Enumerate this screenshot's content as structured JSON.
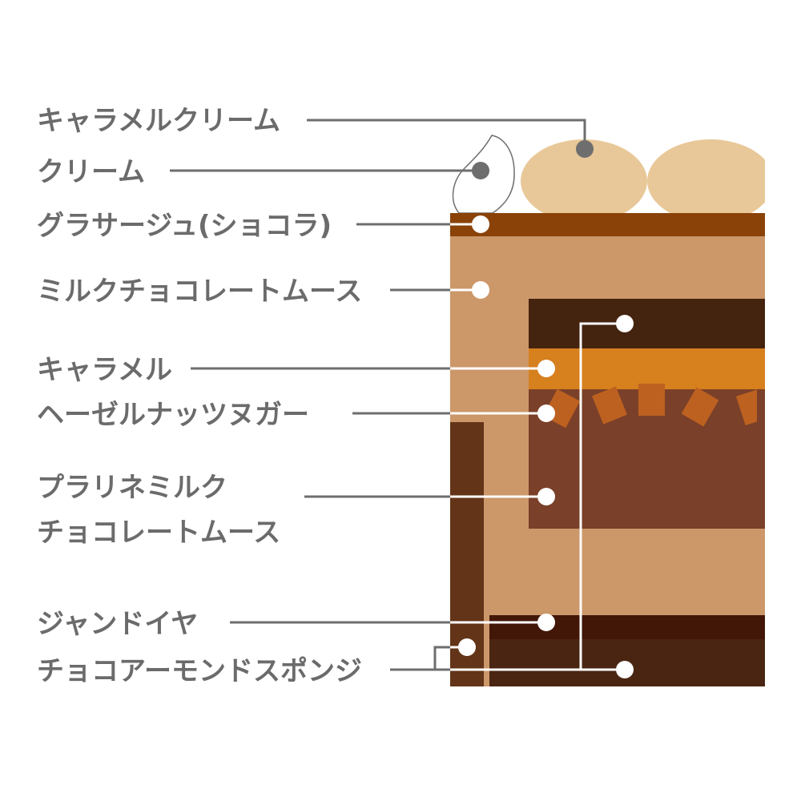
{
  "title": "Cake cross-section layers",
  "labels": {
    "caramel_cream": "キャラメルクリーム",
    "cream": "クリーム",
    "glacage": "グラサージュ(ショコラ)",
    "milk_choco_mousse": "ミルクチョコレートムース",
    "caramel": "キャラメル",
    "hazelnut_nougat": "ヘーゼルナッツヌガー",
    "praline_line1": "プラリネミルク",
    "praline_line2": "チョコレートムース",
    "gianduja": "ジャンドイヤ",
    "almond_sponge": "チョコアーモンドスポンジ"
  },
  "colors": {
    "label_text": "#6b6b6b",
    "caramel_cream": "#e8c898",
    "glacage": "#8a4208",
    "mousse": "#cc9769",
    "dark_layer": "#44230f",
    "caramel": "#d6801e",
    "praline": "#7b4029",
    "nut_chunks": "#bd6120",
    "sponge_side": "#633418",
    "gianduja": "#421708",
    "sponge": "#4a2612"
  }
}
